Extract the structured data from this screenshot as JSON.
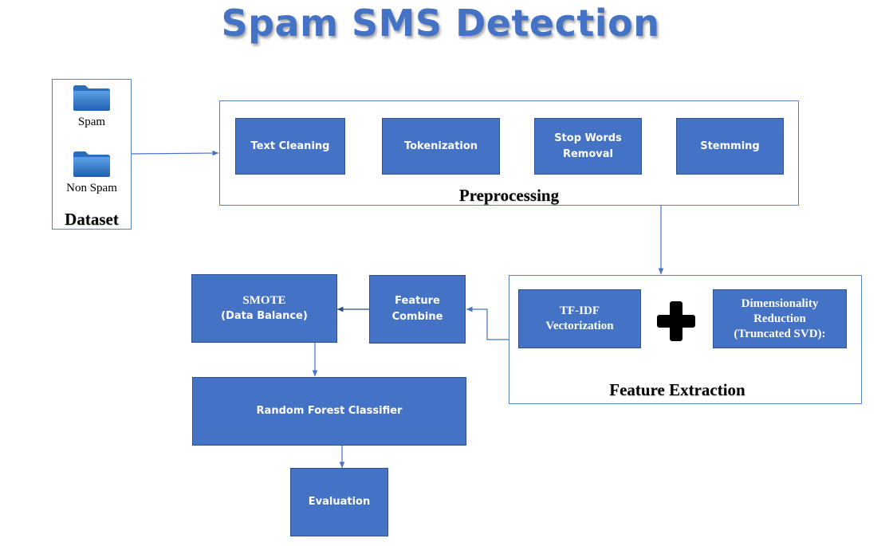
{
  "title": "Spam SMS Detection",
  "dataset": {
    "caption": "Dataset",
    "folders": [
      {
        "label": "Spam",
        "icon": "folder-icon"
      },
      {
        "label": "Non Spam",
        "icon": "folder-icon"
      }
    ]
  },
  "preprocessing": {
    "caption": "Preprocessing",
    "steps": [
      "Text Cleaning",
      "Tokenization",
      "Stop Words\nRemoval",
      "Stemming"
    ]
  },
  "feature_extraction": {
    "caption": "Feature Extraction",
    "tfidf": "TF-IDF\nVectorization",
    "plus_icon": "plus-icon",
    "dim_reduction": "Dimensionality\nReduction\n(Truncated SVD):"
  },
  "feature_combine": "Feature\nCombine",
  "smote": {
    "line1": "SMOTE",
    "line2": "(Data Balance)"
  },
  "classifier": "Random Forest Classifier",
  "evaluation": "Evaluation",
  "colors": {
    "accent": "#4472c4",
    "box_border": "#2f528f",
    "frame_border": "#5b82c0",
    "arrow": "#4472c4"
  }
}
